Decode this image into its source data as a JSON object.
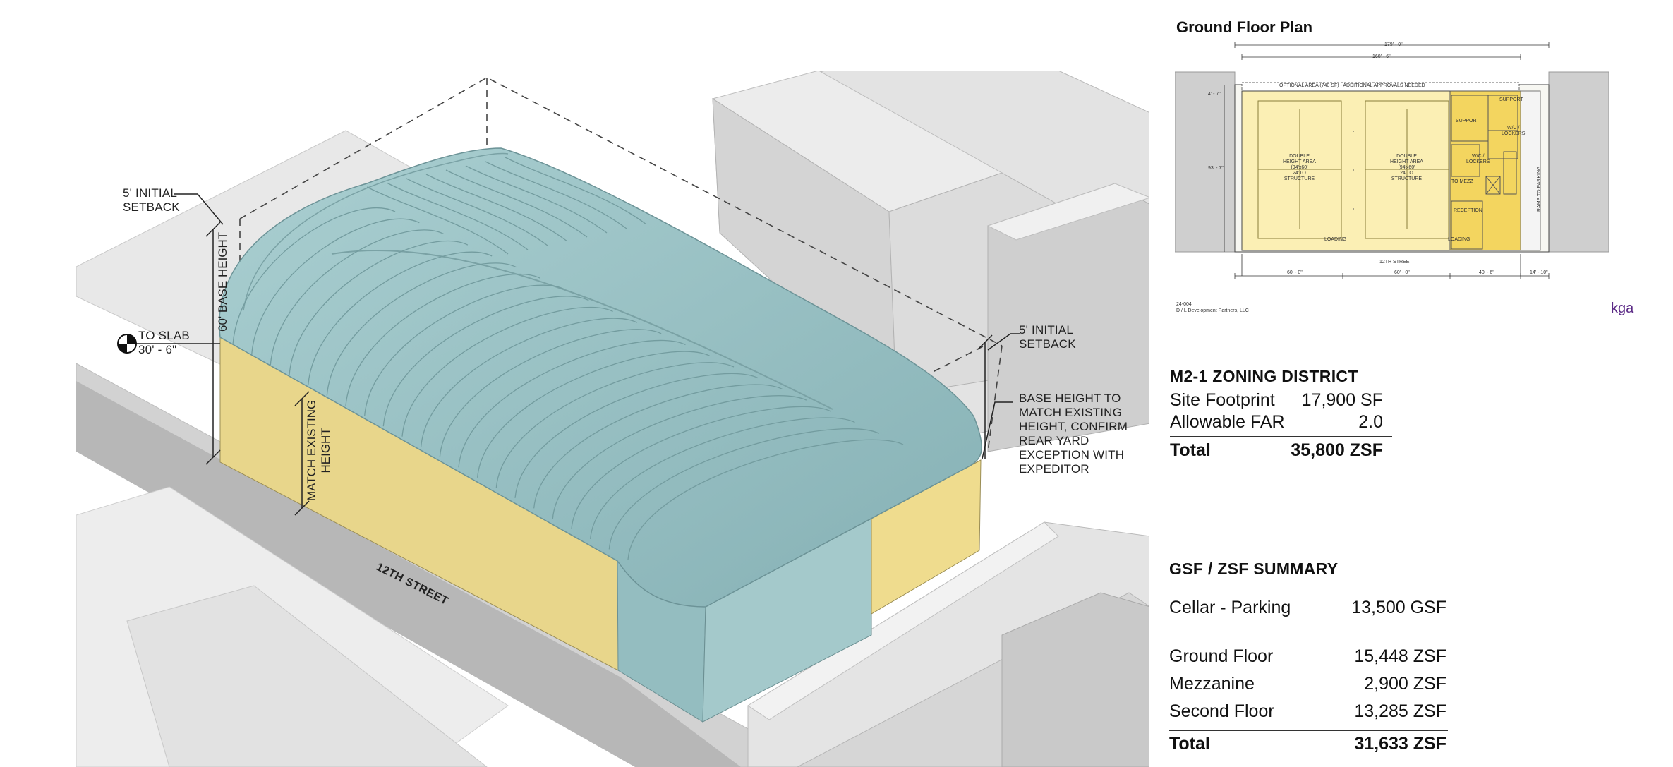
{
  "axonometric": {
    "annotations": {
      "setback_left": [
        "5' INITIAL",
        "SETBACK"
      ],
      "setback_right": [
        "5' INITIAL",
        "SETBACK"
      ],
      "base_height": "60' BASE HEIGHT",
      "to_slab": [
        "TO SLAB",
        "30' - 6\""
      ],
      "match_existing": [
        "MATCH EXISTING",
        "HEIGHT"
      ],
      "base_height_note": [
        "BASE HEIGHT TO",
        "MATCH EXISTING",
        "HEIGHT, CONFIRM",
        "REAR YARD",
        "EXCEPTION WITH",
        "EXPEDITOR"
      ],
      "street": "12TH STREET"
    },
    "colors": {
      "dome": "#9ec3c6",
      "facade": "#eedb8d",
      "context": "#e6e6e6",
      "shadow": "#bdbdbd"
    }
  },
  "plan": {
    "title": "Ground Floor Plan",
    "dims_top": [
      "179' - 0\"",
      "160' - 6\""
    ],
    "optional_area": "OPTIONAL AREA (740 SF) - ADDITIONAL APPROVALS NEEDED",
    "dims_left": [
      "4' - 7\"",
      "93' - 7\""
    ],
    "rooms": {
      "court_1": [
        "DOUBLE",
        "HEIGHT AREA",
        "(94'x60'",
        "24'TO",
        "STRUCTURE"
      ],
      "court_2": [
        "DOUBLE",
        "HEIGHT AREA",
        "(94'x60'",
        "24'TO",
        "STRUCTURE"
      ],
      "support_1": "SUPPORT",
      "support_2": "SUPPORT",
      "wc_lockers_1": [
        "W/C /",
        "LOCKERS"
      ],
      "wc_lockers_2": [
        "W/C /",
        "LOCKERS"
      ],
      "to_mezz": "TO MEZZ",
      "reception": "RECEPTION",
      "loading_1": "LOADING",
      "loading_2": "LOADING",
      "ramp": "RAMP TO PARKING"
    },
    "street": "12TH STREET",
    "dims_bottom": [
      "60' - 0\"",
      "60' - 0\"",
      "40' - 6\"",
      "14' - 10\""
    ],
    "project_no": "24-004",
    "client": "D / L Development Partners, LLC",
    "colors": {
      "court": "#fbefb4",
      "support": "#f3d55f",
      "context": "#cfcfcf"
    }
  },
  "firm_logo": "kga",
  "zoning": {
    "title": "M2-1 ZONING DISTRICT",
    "rows": [
      {
        "label": "Site Footprint",
        "value": "17,900 SF"
      },
      {
        "label": "Allowable FAR",
        "value": "2.0"
      }
    ],
    "total": {
      "label": "Total",
      "value": "35,800 ZSF"
    }
  },
  "summary": {
    "title": "GSF / ZSF SUMMARY",
    "cellar": {
      "label": "Cellar - Parking",
      "value": "13,500 GSF"
    },
    "rows": [
      {
        "label": "Ground Floor",
        "value": "15,448 ZSF"
      },
      {
        "label": "Mezzanine",
        "value": "2,900 ZSF"
      },
      {
        "label": "Second Floor",
        "value": "13,285 ZSF"
      }
    ],
    "total": {
      "label": "Total",
      "value": "31,633 ZSF"
    }
  }
}
